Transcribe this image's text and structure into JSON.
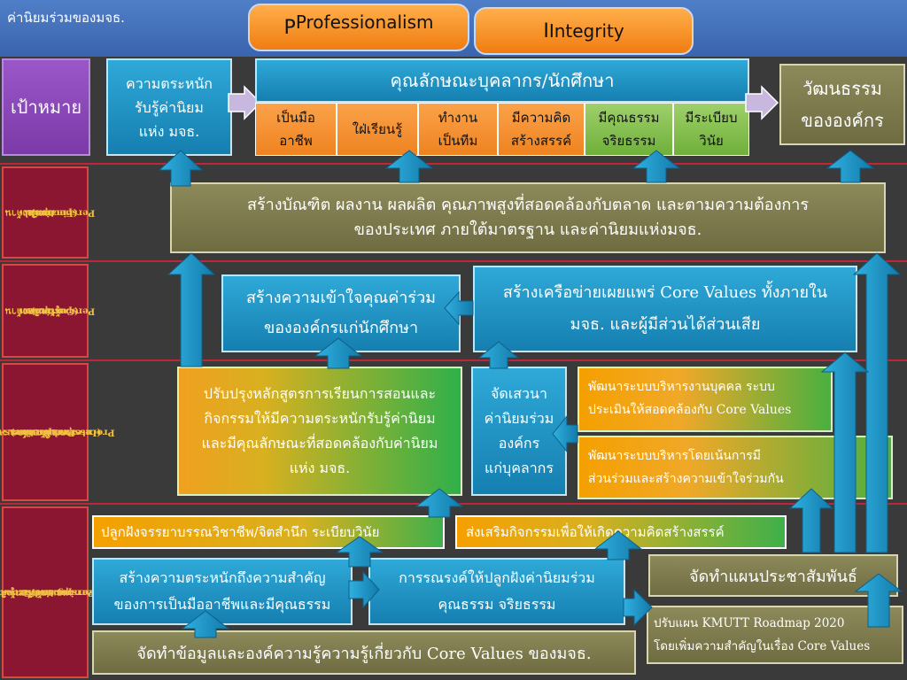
{
  "header": {
    "title": "ค่านิยมร่วมของมจธ.",
    "pill1": "Professionalism",
    "pill1_prefix": "P",
    "pill2": "Integrity",
    "pill2_prefix": "I"
  },
  "goal": {
    "label": "เป้าหมาย"
  },
  "awareness": {
    "line1": "ความตระหนัก",
    "line2": "รับรู้ค่านิยม",
    "line3": "แห่ง มจธ."
  },
  "character": {
    "title": "คุณลักษณะบุคลากร/นักศึกษา",
    "items": [
      {
        "l1": "เป็นมือ",
        "l2": "อาชีพ"
      },
      {
        "l1": "ใฝ่เรียนรู้",
        "l2": ""
      },
      {
        "l1": "ทำงาน",
        "l2": "เป็นทีม"
      },
      {
        "l1": "มีความคิด",
        "l2": "สร้างสรรค์"
      },
      {
        "l1": "มีคุณธรรม",
        "l2": "จริยธรรม"
      },
      {
        "l1": "มีระเบียบ",
        "l2": "วินัย"
      }
    ]
  },
  "culture": {
    "line1": "วัฒนธรรม",
    "line2": "ขององค์กร"
  },
  "perspectives": {
    "financial": {
      "l1": "มุมมองด้าน",
      "l2": "การเงิน",
      "l3": "(Financial",
      "l4": "Perspective)"
    },
    "customer": {
      "l1": "มุมมองด้าน",
      "l2": "ผู้รับบริการ",
      "l3": "(Customer",
      "l4": "Perspective)"
    },
    "internal": {
      "l1": "มุมมองด้านกระบวนการ",
      "l2": "ภายในองค์กร",
      "l3": "(Internal Business-",
      "l4": "ProcessPerspective)"
    },
    "learning": {
      "l1": "มุมมองด้านการเติบโต",
      "l2": "และการเรียนรู้",
      "l3": "(Learning and Growth",
      "l4": "Perspective)"
    }
  },
  "financial_box": {
    "line1": "สร้างบัณฑิต ผลงาน ผลผลิต คุณภาพสูงที่สอดคล้องกับตลาด และตามความต้องการ",
    "line2": "ของประเทศ ภายใต้มาตรฐาน และค่านิยมแห่งมจธ."
  },
  "customer_left": {
    "line1": "สร้างความเข้าใจคุณค่าร่วม",
    "line2": "ขององค์กรแก่นักศึกษา"
  },
  "customer_right": {
    "line1": "สร้างเครือข่ายเผยแพร่ Core Values ทั้งภายใน",
    "line2": "มจธ. และผู้มีส่วนได้ส่วนเสีย"
  },
  "internal_curriculum": {
    "line1": "ปรับปรุงหลักสูตรการเรียนการสอนและ",
    "line2": "กิจกรรมให้มีความตระหนักรับรู้ค่านิยม",
    "line3": "และมีคุณลักษณะที่สอดคล้องกับค่านิยม",
    "line4": "แห่ง มจธ."
  },
  "internal_seminar": {
    "line1": "จัดเสวนา",
    "line2": "ค่านิยมร่วม",
    "line3": "องค์กร",
    "line4": "แก่บุคลากร"
  },
  "internal_hr": {
    "line1": "พัฒนาระบบบริหารงานบุคคล ระบบ",
    "line2": "ประเมินให้สอดคล้องกับ Core Values"
  },
  "internal_mgmt": {
    "line1": "พัฒนาระบบบริหารโดยเน้นการมี",
    "line2": "ส่วนร่วมและสร้างความเข้าใจร่วมกัน"
  },
  "learning_instill": {
    "text": "ปลูกฝังจรรยาบรรณวิชาชีพ/จิตสำนึก ระเบียบวินัย"
  },
  "learning_promote": {
    "text": "ส่งเสริมกิจกรรมเพื่อให้เกิดความคิดสร้างสรรค์"
  },
  "learning_awareness": {
    "line1": "สร้างความตระหนักถึงความสำคัญ",
    "line2": "ของการเป็นมืออาชีพและมีคุณธรรม"
  },
  "learning_campaign": {
    "line1": "การรณรงค์ให้ปลูกฝังค่านิยมร่วม",
    "line2": "คุณธรรม จริยธรรม"
  },
  "learning_pr": {
    "text": "จัดทำแผนประชาสัมพันธ์"
  },
  "learning_roadmap": {
    "line1": "ปรับแผน KMUTT Roadmap 2020",
    "line2": "โดยเพิ่มความสำคัญในเรื่อง Core Values"
  },
  "learning_km": {
    "text": "จัดทำข้อมูลและองค์ความรู้ความรู้เกี่ยวกับ Core Values ของมจธ."
  },
  "colors": {
    "teal": "#2fa9d8",
    "orange": "#f7923a",
    "green": "#8dc35a",
    "olive": "#7e7b4e",
    "purple": "#8a48b8",
    "maroon": "#8a1631"
  }
}
